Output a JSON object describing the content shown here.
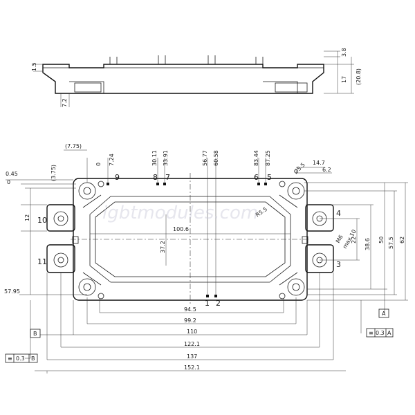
{
  "watermark": "igbtmodules.com",
  "side_view": {
    "dims": {
      "d1_5": "1.5",
      "d3_8": "3.8",
      "d17": "17",
      "d20_8": "(20.8)",
      "d7_2": "7.2"
    }
  },
  "top_view": {
    "top_dims": {
      "d7_75": "(7.75)",
      "d0": "0",
      "d7_24": "7.24",
      "d30_11": "30.11",
      "d33_91": "33.91",
      "d56_77": "56.77",
      "d60_58": "60.58",
      "d83_44": "83.44",
      "d87_25": "87.25"
    },
    "left_dims": {
      "d3_75": "(3.75)",
      "d0_45": "0.45",
      "d0": "0",
      "d57_95": "57.95",
      "d12": "12"
    },
    "right_dims": {
      "d14_7": "14.7",
      "d6_2": "6.2",
      "d22": "22",
      "d38_6": "38.6",
      "d50": "50",
      "d57_5": "57.5",
      "d62": "62"
    },
    "inner_dims": {
      "d100_6": "100.6",
      "d37_2": "37.2",
      "r5_5": "R5.5",
      "phi5_5": "Ø5.5",
      "m6": "M6",
      "m6_depth": "max.10"
    },
    "bottom_dims": {
      "d94_5": "94.5",
      "d99_2": "99.2",
      "d110": "110",
      "d122_1": "122.1",
      "d137": "137",
      "d152_1": "152.1"
    },
    "pins": {
      "p1": "1",
      "p2": "2",
      "p3": "3",
      "p4": "4",
      "p5": "5",
      "p6": "6",
      "p7": "7",
      "p8": "8",
      "p9": "9",
      "p10": "10",
      "p11": "11"
    },
    "datum_a": "A",
    "datum_b": "B",
    "tol_a": {
      "tol": "0.3",
      "ref": "A"
    },
    "tol_b": {
      "tol": "0.3",
      "ref": "B"
    }
  }
}
